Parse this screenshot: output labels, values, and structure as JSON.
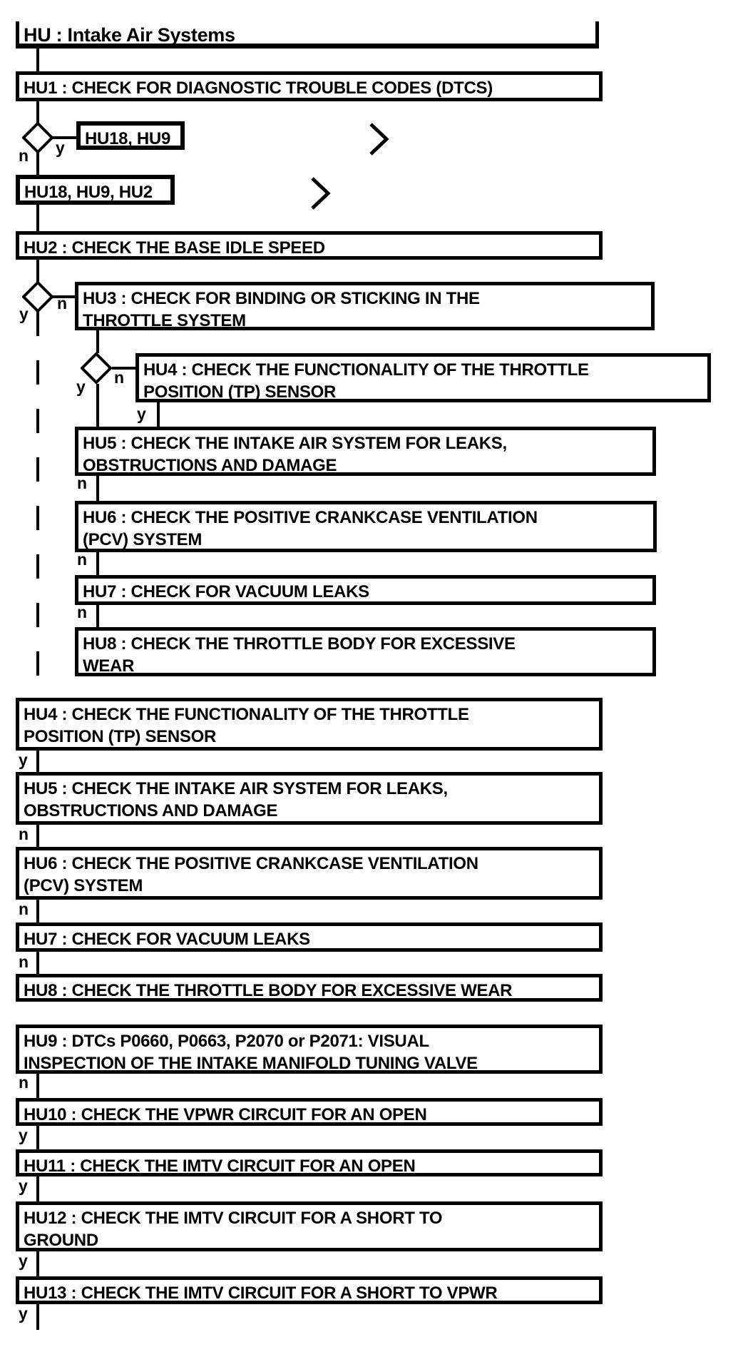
{
  "labels": {
    "yes": "y",
    "no": "n"
  },
  "colors": {
    "line": "#000000",
    "background": "#ffffff"
  },
  "icons": {
    "decision": "diamond-icon",
    "continue": "chevron-right-icon"
  },
  "nodes": {
    "hu": {
      "label": "HU : Intake Air Systems"
    },
    "hu1": {
      "label": "HU1 : CHECK FOR DIAGNOSTIC TROUBLE CODES (DTCS)"
    },
    "ref_a": {
      "label": "HU18, HU9"
    },
    "ref_b": {
      "label": "HU18, HU9, HU2"
    },
    "hu2": {
      "label": "HU2 : CHECK THE BASE IDLE SPEED"
    },
    "hu3": {
      "label": "HU3 : CHECK FOR BINDING OR STICKING IN THE\nTHROTTLE SYSTEM"
    },
    "hu4": {
      "label": "HU4 : CHECK THE FUNCTIONALITY OF THE THROTTLE\nPOSITION (TP) SENSOR"
    },
    "hu5": {
      "label": "HU5 : CHECK THE INTAKE AIR SYSTEM FOR LEAKS,\nOBSTRUCTIONS AND DAMAGE"
    },
    "hu6": {
      "label": "HU6 : CHECK THE POSITIVE CRANKCASE VENTILATION\n(PCV) SYSTEM"
    },
    "hu7": {
      "label": "HU7 : CHECK FOR VACUUM LEAKS"
    },
    "hu8_wrapped": {
      "label": "HU8 : CHECK THE THROTTLE BODY FOR EXCESSIVE\nWEAR"
    },
    "hu8": {
      "label": "HU8 : CHECK THE THROTTLE BODY FOR EXCESSIVE WEAR"
    },
    "hu9": {
      "label": "HU9 : DTCs P0660, P0663, P2070 or P2071: VISUAL\nINSPECTION OF THE INTAKE MANIFOLD TUNING VALVE"
    },
    "hu10": {
      "label": "HU10 : CHECK THE VPWR CIRCUIT FOR AN OPEN"
    },
    "hu11": {
      "label": "HU11 : CHECK THE IMTV CIRCUIT FOR AN OPEN"
    },
    "hu12": {
      "label": "HU12 : CHECK THE IMTV CIRCUIT FOR A SHORT TO\nGROUND"
    },
    "hu13": {
      "label": "HU13 : CHECK THE IMTV CIRCUIT FOR A SHORT TO VPWR"
    }
  }
}
